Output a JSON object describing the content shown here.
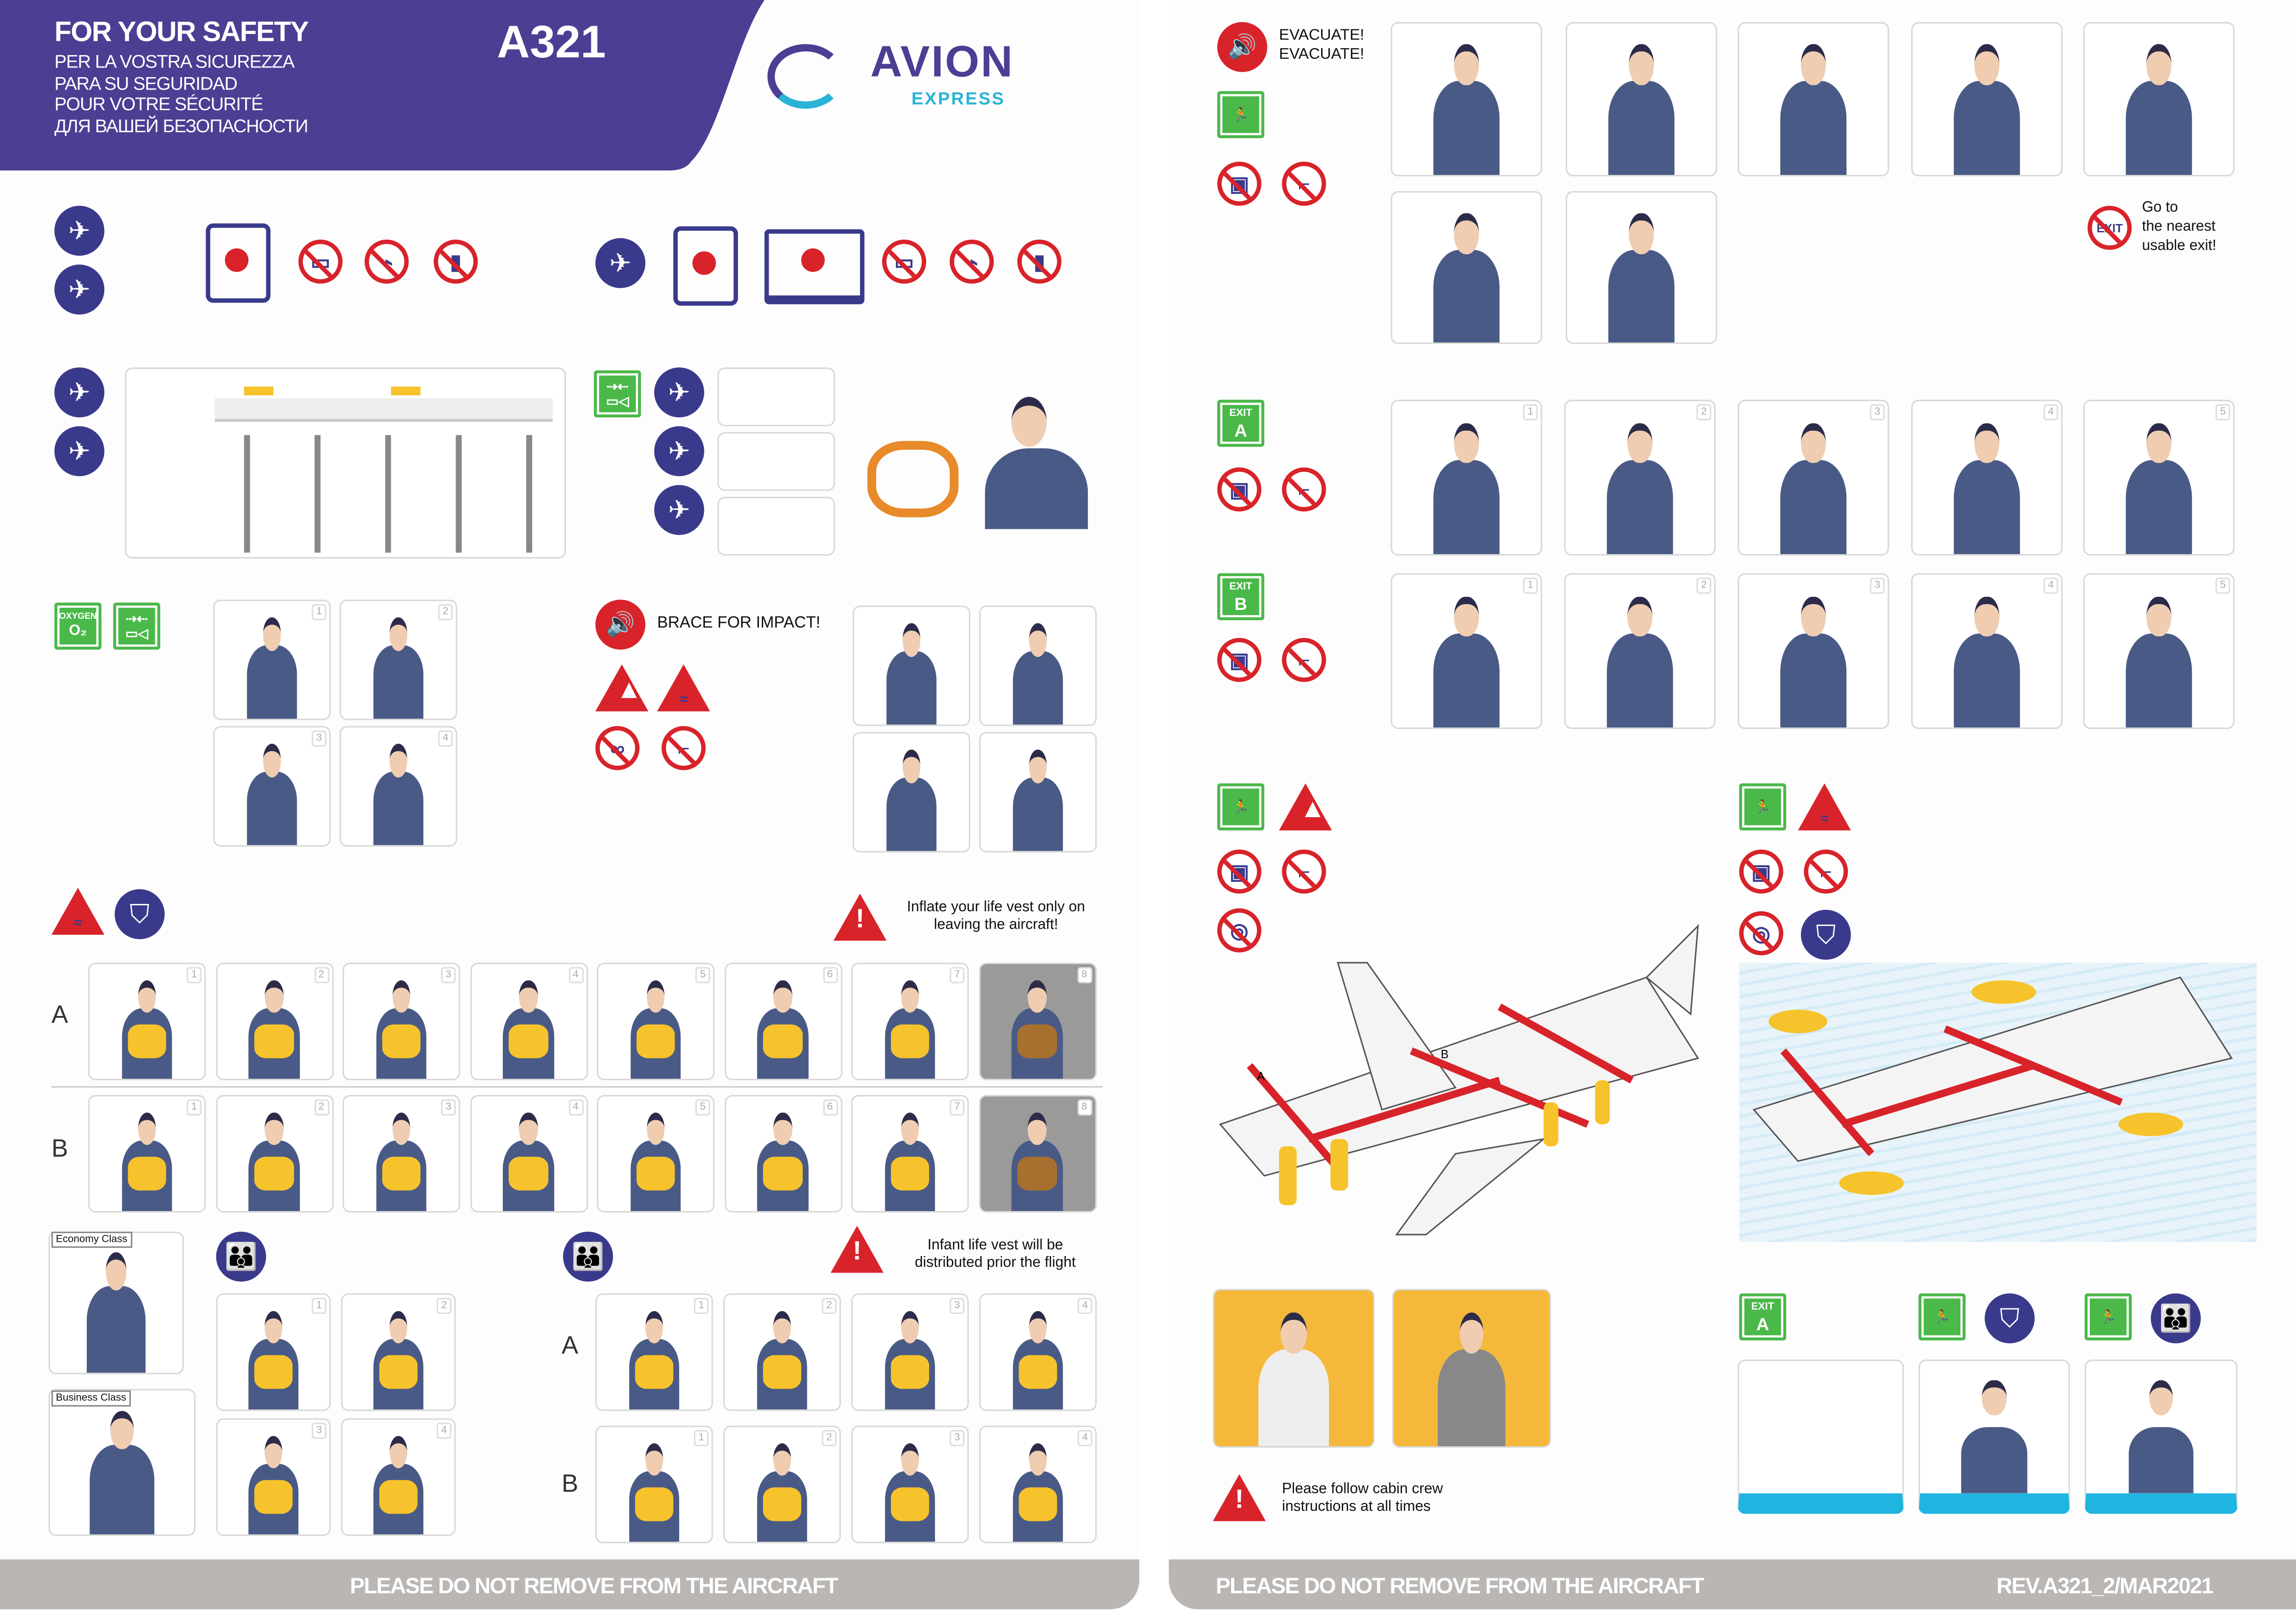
{
  "header": {
    "title": "FOR YOUR SAFETY",
    "subtitles": [
      "PER LA VOSTRA SICUREZZA",
      "PARA SU SEGURIDAD",
      "POUR VOTRE SÉCURITÉ",
      "ДЛЯ ВАШЕЙ БЕЗОПАСНОСТИ"
    ],
    "aircraft": "A321",
    "logo_main": "AVION",
    "logo_sub": "EXPRESS"
  },
  "colors": {
    "brand_purple": "#4a3f93",
    "brand_cyan": "#2ab3d6",
    "danger_red": "#d8232a",
    "exit_green": "#4bb84a",
    "vest_yellow": "#f6c32c"
  },
  "signs": {
    "oxygen": "OXYGEN",
    "o2": "O₂",
    "exit": "EXIT",
    "exit_a": "A",
    "exit_b": "B",
    "no_exit": "EXIT"
  },
  "brace": {
    "label": "BRACE FOR IMPACT!"
  },
  "lifevest": {
    "warning": "Inflate your life vest only on leaving the aircraft!",
    "row_a": "A",
    "row_b": "B",
    "steps": [
      "1",
      "2",
      "3",
      "4",
      "5",
      "6",
      "7",
      "8"
    ]
  },
  "child": {
    "economy": "Economy Class",
    "business": "Business Class",
    "steps": [
      "1",
      "2",
      "3",
      "4"
    ]
  },
  "infant": {
    "warning": "Infant life vest will be distributed prior the flight",
    "row_a": "A",
    "row_b": "B",
    "steps": [
      "1",
      "2",
      "3",
      "4"
    ]
  },
  "evacuate": {
    "line1": "EVACUATE!",
    "line2": "EVACUATE!"
  },
  "nearest_exit": {
    "line1": "Go to",
    "line2": "the nearest",
    "line3": "usable exit!"
  },
  "door_steps": [
    "1",
    "2",
    "3",
    "4",
    "5"
  ],
  "plane_labels": {
    "door": "A",
    "wing": "B"
  },
  "crew_warning": "Please follow cabin crew instructions at all times",
  "footer": {
    "notice": "PLEASE DO NOT REMOVE FROM THE AIRCRAFT",
    "revision": "REV.A321_2/MAR2021"
  }
}
